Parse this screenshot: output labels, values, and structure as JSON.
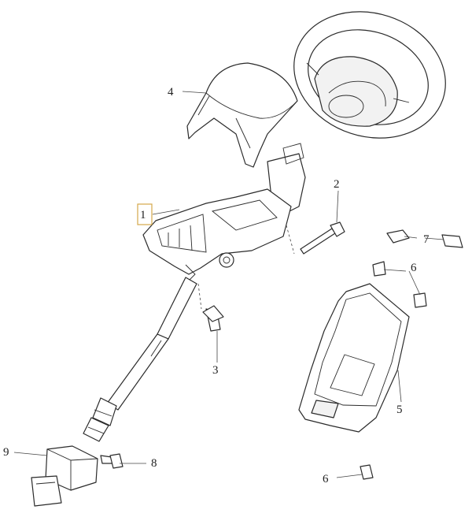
{
  "callouts": {
    "c1": "1",
    "c2": "2",
    "c3": "3",
    "c4": "4",
    "c5": "5",
    "c6a": "6",
    "c6b": "6",
    "c7": "7",
    "c8": "8",
    "c9": "9"
  },
  "colors": {
    "line": "#2b2b2b",
    "highlight_box": "#d4a84a",
    "background": "#ffffff"
  }
}
